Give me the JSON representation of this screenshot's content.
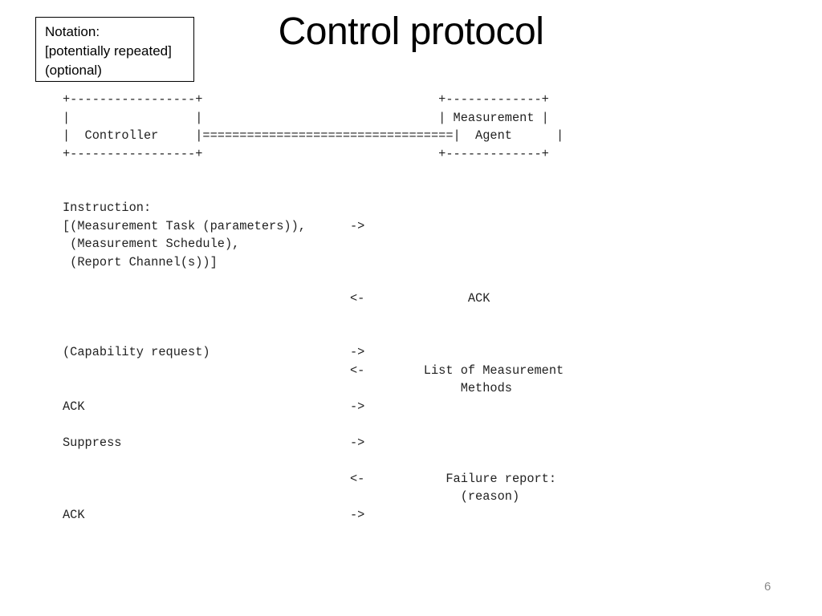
{
  "notation": {
    "lines": [
      "Notation:",
      "[potentially repeated]",
      "(optional)"
    ]
  },
  "title": "Control protocol",
  "diagram": {
    "lines": [
      "+-----------------+                                +-------------+",
      "|                 |                                | Measurement |",
      "|  Controller     |==================================|  Agent      |",
      "+-----------------+                                +-------------+",
      "",
      "",
      "Instruction:",
      "[(Measurement Task (parameters)),      ->",
      " (Measurement Schedule),",
      " (Report Channel(s))]",
      "",
      "                                       <-              ACK",
      "",
      "",
      "(Capability request)                   ->",
      "                                       <-        List of Measurement",
      "                                                      Methods",
      "ACK                                    ->",
      "",
      "Suppress                               ->",
      "",
      "                                       <-           Failure report:",
      "                                                      (reason)",
      "ACK                                    ->"
    ]
  },
  "page_number": "6"
}
